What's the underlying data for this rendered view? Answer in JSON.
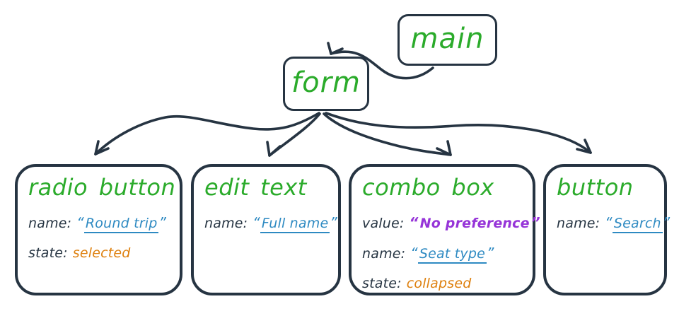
{
  "colors": {
    "ink": "#263442",
    "green": "#2bab2b",
    "blue": "#2e8ac2",
    "orange": "#de800e",
    "purple": "#9634d8"
  },
  "quotes": {
    "open": "“",
    "close": "”"
  },
  "nodes": {
    "main": {
      "label": "main"
    },
    "form": {
      "label": "form"
    }
  },
  "edges": [
    {
      "from": "main",
      "to": "form"
    },
    {
      "from": "form",
      "to": "radio button"
    },
    {
      "from": "form",
      "to": "edit text"
    },
    {
      "from": "form",
      "to": "combo box"
    },
    {
      "from": "form",
      "to": "button"
    }
  ],
  "cards": [
    {
      "title": "radio button",
      "rows": [
        {
          "key": "name:",
          "value": "Round trip"
        },
        {
          "key": "state:",
          "value": "selected"
        }
      ]
    },
    {
      "title": "edit text",
      "rows": [
        {
          "key": "name:",
          "value": "Full name"
        }
      ]
    },
    {
      "title": "combo box",
      "rows": [
        {
          "key": "value:",
          "value": "No preference"
        },
        {
          "key": "name:",
          "value": "Seat type"
        },
        {
          "key": "state:",
          "value": "collapsed"
        }
      ]
    },
    {
      "title": "button",
      "rows": [
        {
          "key": "name:",
          "value": "Search"
        }
      ]
    }
  ]
}
